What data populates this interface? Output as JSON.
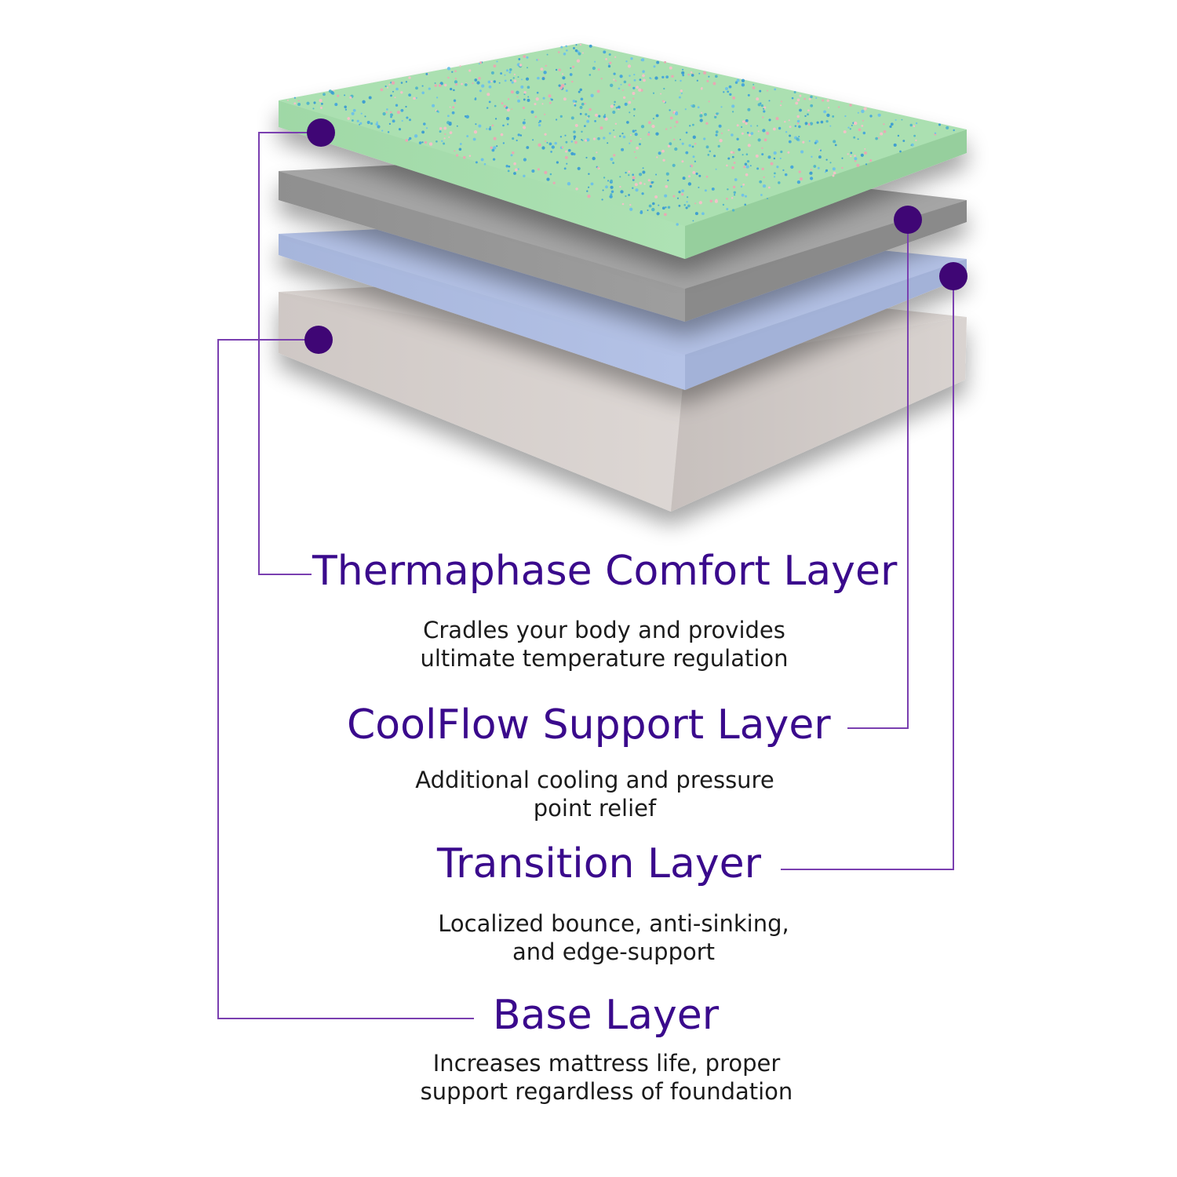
{
  "colors": {
    "title": "#3a0a8c",
    "marker": "#3f0675",
    "connector": "#7a3fb0",
    "description": "#1b1b1b",
    "comfort_layer": "#a8dfae",
    "support_layer": "#9a9a9a",
    "transition_layer": "#a9b9e0",
    "base_layer": "#d6d0cd"
  },
  "layers": [
    {
      "title": "Thermaphase Comfort Layer",
      "description": [
        "Cradles your body and provides",
        "ultimate temperature regulation"
      ]
    },
    {
      "title": "CoolFlow Support Layer",
      "description": [
        "Additional cooling and pressure",
        "point relief"
      ]
    },
    {
      "title": "Transition Layer",
      "description": [
        "Localized bounce, anti-sinking,",
        "and edge-support"
      ]
    },
    {
      "title": "Base Layer",
      "description": [
        "Increases mattress life, proper",
        "support regardless of foundation"
      ]
    }
  ]
}
